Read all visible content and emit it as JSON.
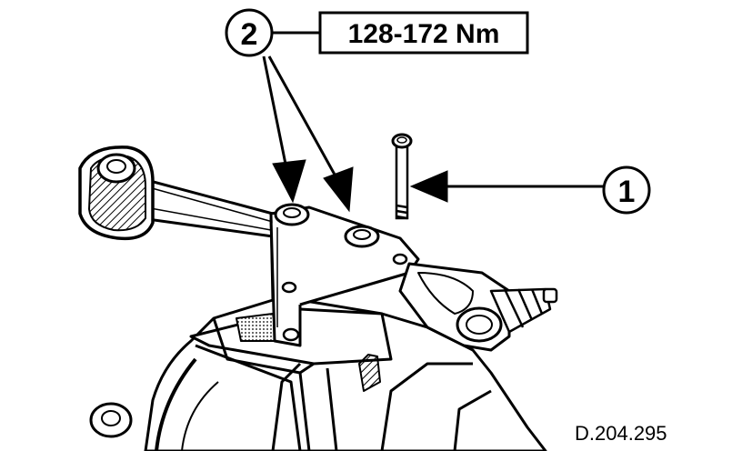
{
  "callouts": {
    "part_2": "2",
    "part_1": "1",
    "torque_spec": "128-172 Nm"
  },
  "figure_ref": "D.204.295"
}
